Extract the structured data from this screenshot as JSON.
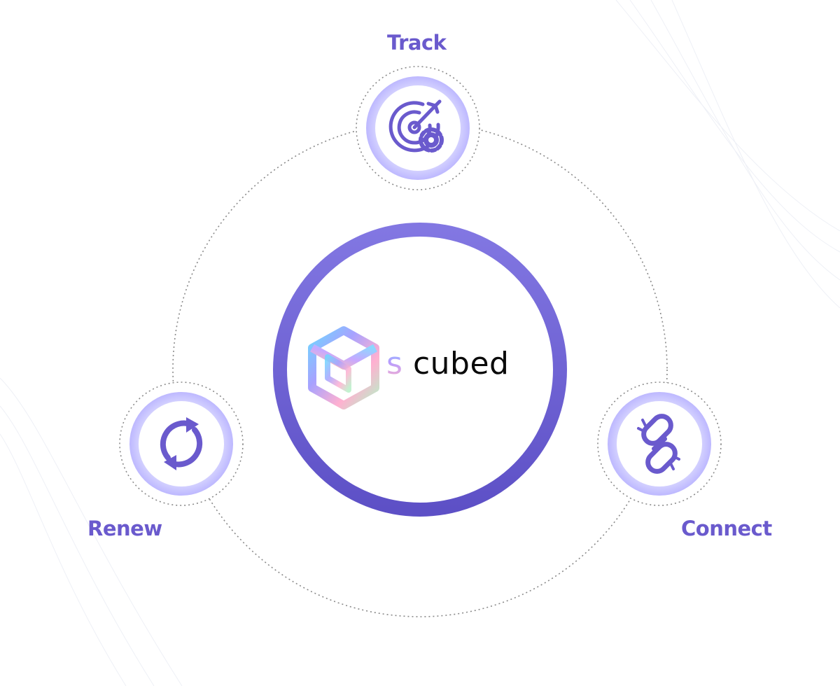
{
  "nodes": {
    "track": {
      "label": "Track",
      "icon": "target-gear-icon"
    },
    "renew": {
      "label": "Renew",
      "icon": "refresh-cycle-icon"
    },
    "connect": {
      "label": "Connect",
      "icon": "broken-link-icon"
    }
  },
  "center": {
    "logo_icon": "isometric-cube-logo-icon",
    "brand_prefix": "s",
    "brand_name": "cubed"
  },
  "colors": {
    "accent": "#6a5acd",
    "ring_dark": "#5a4fc8",
    "ring_light": "#8b80e6",
    "node_halo": "#c9c6ff",
    "dotted": "#8a8a8a"
  }
}
